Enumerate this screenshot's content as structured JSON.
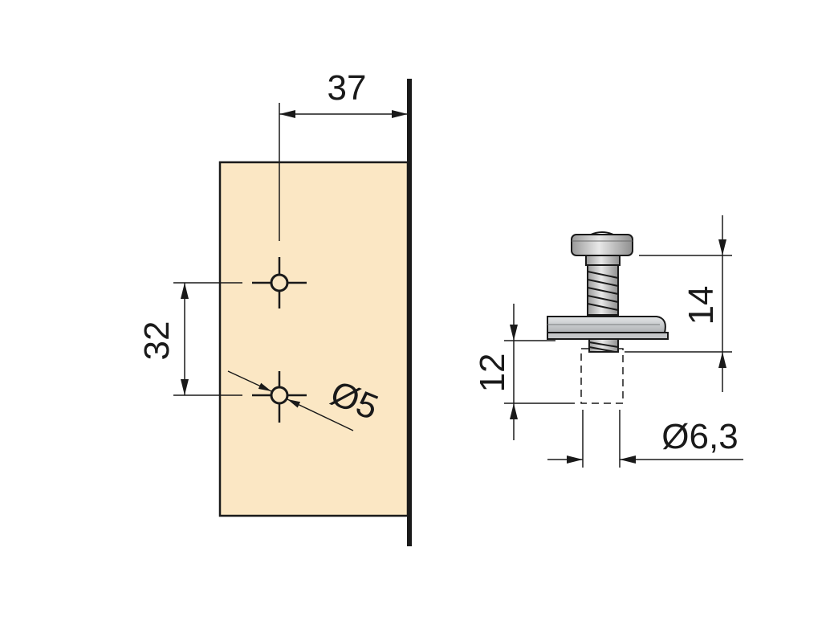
{
  "colors": {
    "panel_fill": "#fbe7c4",
    "line": "#1a1a1a",
    "screw_metal": "#c9c9c9",
    "plate_metal": "#d2d4d6",
    "background": "#ffffff"
  },
  "dimensions": {
    "hole_depth_from_edge": "37",
    "hole_spacing": "32",
    "hole_diameter": "Ø5",
    "screw_length": "14",
    "drill_depth": "12",
    "drill_diameter": "Ø6,3"
  }
}
